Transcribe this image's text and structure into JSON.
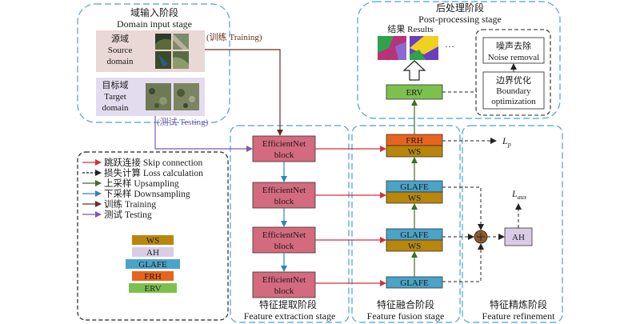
{
  "stages": {
    "domain_input": {
      "cn": "域输入阶段",
      "en": "Domain input stage"
    },
    "post_processing": {
      "cn": "后处理阶段",
      "en": "Post-processing stage"
    },
    "feature_extraction": {
      "cn": "特征提取阶段",
      "en": "Feature extraction stage"
    },
    "feature_fusion": {
      "cn": "特征融合阶段",
      "en": "Feature fusion stage"
    },
    "feature_refinement": {
      "cn": "特征精炼阶段",
      "en": "Feature refinement"
    }
  },
  "domains": {
    "source": {
      "line1": "源域",
      "line2": "Source",
      "line3": "domain"
    },
    "target": {
      "line1": "目标域",
      "line2": "Target",
      "line3": "domain"
    },
    "training_label": "(训练 Training)",
    "testing_label": "(测试 Testing)"
  },
  "results": {
    "label": "结果 Results",
    "ellipsis": "···"
  },
  "post": {
    "noise": {
      "cn": "噪声去除",
      "en": "Noise removal"
    },
    "boundary": {
      "cn": "边界优化",
      "en": "Boundary",
      "en2": "optimization"
    }
  },
  "modules": {
    "erv": "ERV",
    "frh": "FRH",
    "ws": "WS",
    "glafe": "GLAFE",
    "ah": "AH",
    "efficientnet": {
      "line1": "EfficientNet",
      "line2": "block"
    }
  },
  "outputs": {
    "lp": {
      "base": "L",
      "sub": "p"
    },
    "laux": {
      "base": "L",
      "sub": "aux"
    }
  },
  "legend": {
    "items": [
      {
        "label": "跳跃连接 Skip connection",
        "color": "#d6303a",
        "dashed": false
      },
      {
        "label": "损失计算 Loss calculation",
        "color": "#222222",
        "dashed": true
      },
      {
        "label": "上采样 Upsampling",
        "color": "#3f6f2a",
        "dashed": false
      },
      {
        "label": "下采样 Downsampling",
        "color": "#2d86b4",
        "dashed": false
      },
      {
        "label": "训练 Training",
        "color": "#6b2d22",
        "dashed": false
      },
      {
        "label": "测试 Testing",
        "color": "#7b5ab0",
        "dashed": false
      }
    ],
    "swatches": [
      {
        "label": "WS",
        "color": "#b8860b"
      },
      {
        "label": "AH",
        "color": "#d9cce6"
      },
      {
        "label": "GLAFE",
        "color": "#4aa3c8"
      },
      {
        "label": "FRH",
        "color": "#e8641e"
      },
      {
        "label": "ERV",
        "color": "#7cc14e"
      }
    ]
  },
  "colors": {
    "stage_border": "#4a9fd4",
    "efficientnet_fill": "#d46a7e",
    "glafe_fill": "#4aa3c8",
    "ws_fill": "#b8860b",
    "frh_fill": "#e8641e",
    "erv_fill": "#7cc14e",
    "ah_fill": "#d9cce6",
    "sum_fill": "#8b5a2b"
  }
}
